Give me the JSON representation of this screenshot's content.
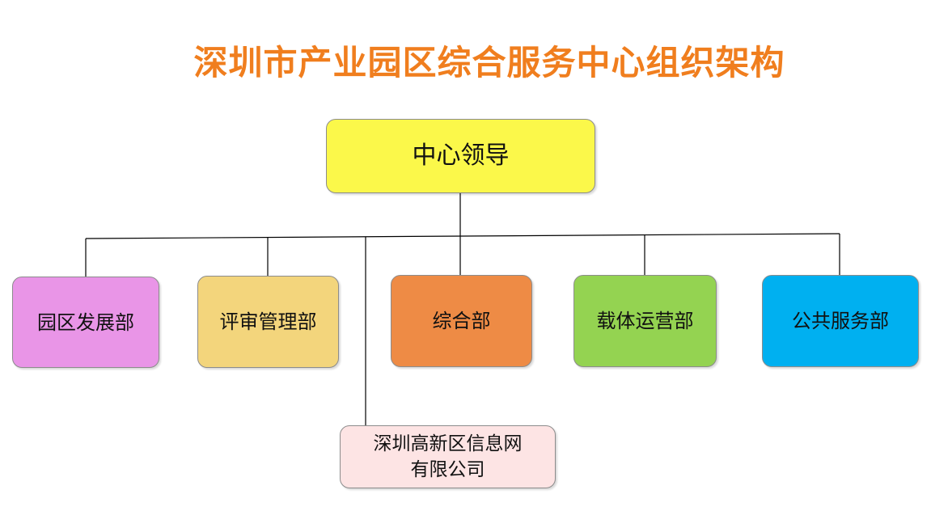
{
  "title": "深圳市产业园区综合服务中心组织架构",
  "leader": {
    "label": "中心领导",
    "color": "#fbf84a"
  },
  "departments": [
    {
      "label": "园区发展部",
      "color": "#e995e7"
    },
    {
      "label": "评审管理部",
      "color": "#f3d57c"
    },
    {
      "label": "综合部",
      "color": "#ee8b45"
    },
    {
      "label": "载体运营部",
      "color": "#94d351"
    },
    {
      "label": "公共服务部",
      "color": "#00b0f0"
    }
  ],
  "subsidiary": {
    "line1": "深圳高新区信息网",
    "line2": "有限公司",
    "color": "#fde4e4"
  },
  "colors": {
    "title": "#f07e1e",
    "connector": "#000000"
  }
}
